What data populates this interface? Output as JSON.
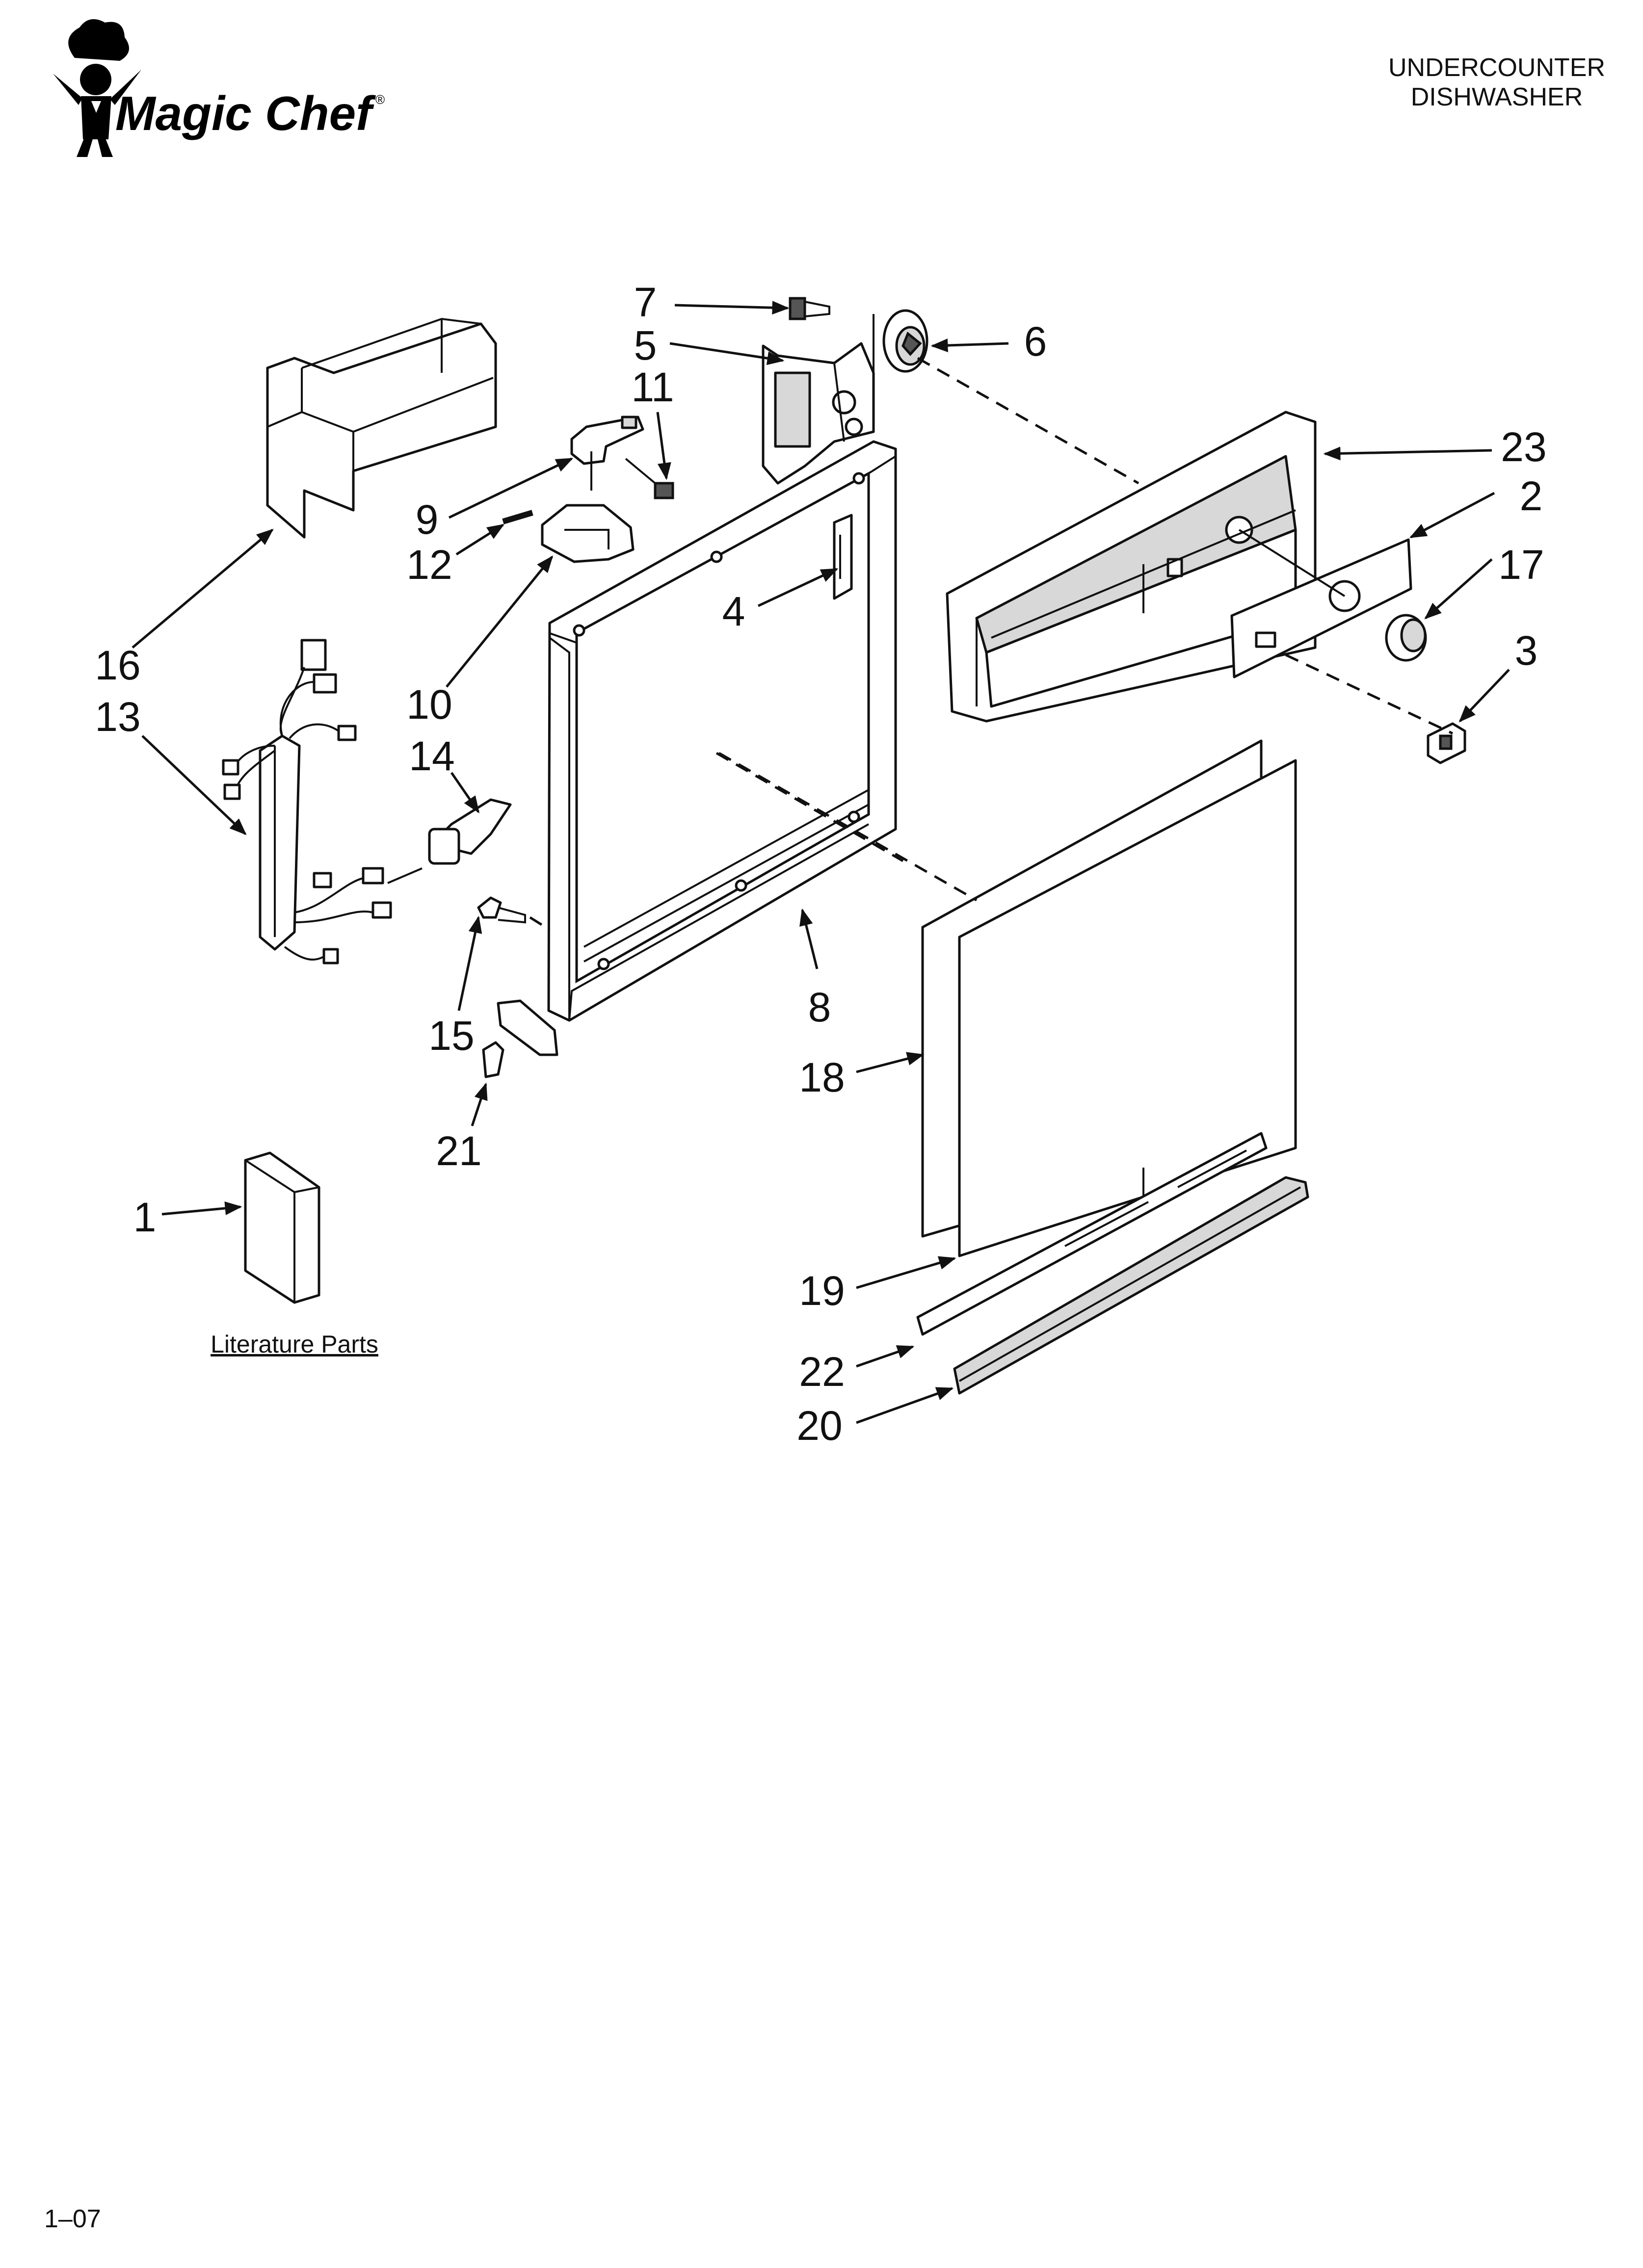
{
  "header": {
    "brand": "Magic Chef",
    "registered_mark": "®",
    "title_line1": "UNDERCOUNTER",
    "title_line2": "DISHWASHER"
  },
  "footer": {
    "page_code": "1–07"
  },
  "literature": {
    "caption": "Literature Parts"
  },
  "callouts": [
    {
      "id": "c1",
      "text": "1"
    },
    {
      "id": "c2",
      "text": "2"
    },
    {
      "id": "c3",
      "text": "3"
    },
    {
      "id": "c4",
      "text": "4"
    },
    {
      "id": "c5",
      "text": "5"
    },
    {
      "id": "c6",
      "text": "6"
    },
    {
      "id": "c7",
      "text": "7"
    },
    {
      "id": "c8",
      "text": "8"
    },
    {
      "id": "c9",
      "text": "9"
    },
    {
      "id": "c10",
      "text": "10"
    },
    {
      "id": "c11",
      "text": "11"
    },
    {
      "id": "c12",
      "text": "12"
    },
    {
      "id": "c13",
      "text": "13"
    },
    {
      "id": "c14",
      "text": "14"
    },
    {
      "id": "c15",
      "text": "15"
    },
    {
      "id": "c16",
      "text": "16"
    },
    {
      "id": "c17",
      "text": "17"
    },
    {
      "id": "c18",
      "text": "18"
    },
    {
      "id": "c19",
      "text": "19"
    },
    {
      "id": "c20",
      "text": "20"
    },
    {
      "id": "c21",
      "text": "21"
    },
    {
      "id": "c22",
      "text": "22"
    },
    {
      "id": "c23",
      "text": "23"
    }
  ]
}
